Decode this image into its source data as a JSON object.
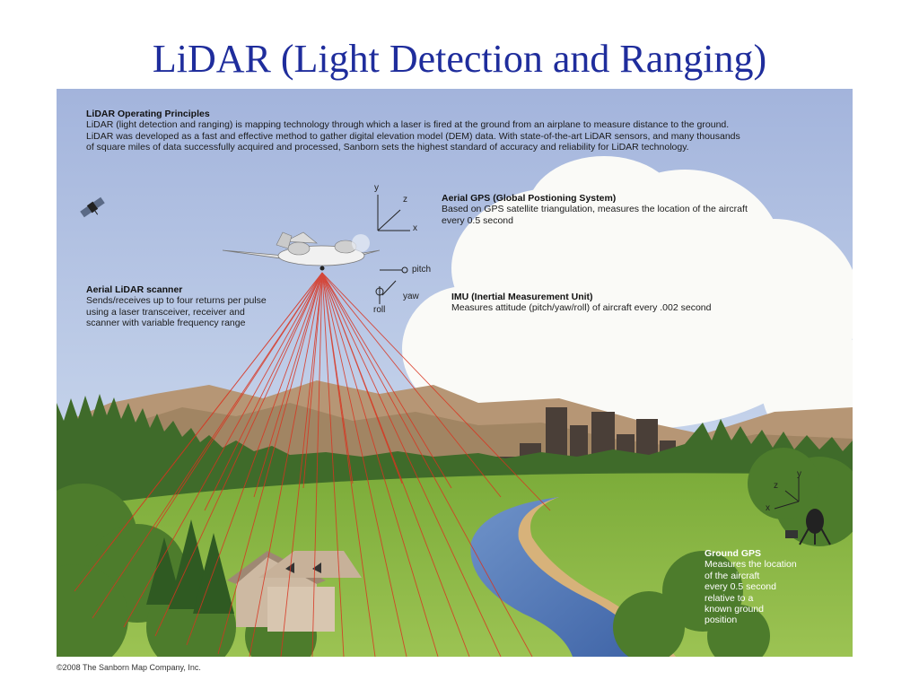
{
  "slide": {
    "title": "LiDAR (Light Detection and Ranging)"
  },
  "intro": {
    "heading": "LiDAR Operating Principles",
    "lines": [
      "LiDAR (light detection and ranging) is mapping  technology through which a laser is fired at the ground from an airplane to measure distance to the ground.",
      "LiDAR was developed as a fast and effective method to gather digital elevation model (DEM) data. With state-of-the-art LiDAR sensors, and many thousands",
      "of square miles of data successfully acquired and processed, Sanborn sets the highest standard of accuracy and reliability for LiDAR technology."
    ]
  },
  "aerial_gps": {
    "heading": "Aerial GPS (Global Postioning System)",
    "lines": [
      "Based on GPS satellite triangulation, measures the location of the aircraft",
      "every 0.5 second"
    ]
  },
  "scanner": {
    "heading": "Aerial LiDAR scanner",
    "lines": [
      "Sends/receives up to four returns per pulse",
      "using a laser transceiver, receiver and",
      "scanner with variable frequency range"
    ]
  },
  "imu": {
    "heading": "IMU (Inertial Measurement Unit)",
    "lines": [
      "Measures attitude (pitch/yaw/roll) of aircraft every .002 second"
    ]
  },
  "ground_gps": {
    "heading": "Ground GPS",
    "lines": [
      "Measures the location",
      "of the aircraft",
      "every 0.5 second",
      "relative to a",
      "known ground",
      "position"
    ]
  },
  "axes": {
    "top": {
      "y": "y",
      "z": "z",
      "x": "x"
    },
    "attitude": {
      "pitch": "pitch",
      "yaw": "yaw",
      "roll": "roll"
    },
    "ground": {
      "y": "y",
      "z": "z",
      "x": "x"
    }
  },
  "credit": "©2008 The Sanborn Map Company, Inc.",
  "colors": {
    "title": "#1f2d9c",
    "sky": "#a9b9df",
    "laser": "#d9331f",
    "grass": "#7fae3c",
    "river": "#4b74b5"
  }
}
